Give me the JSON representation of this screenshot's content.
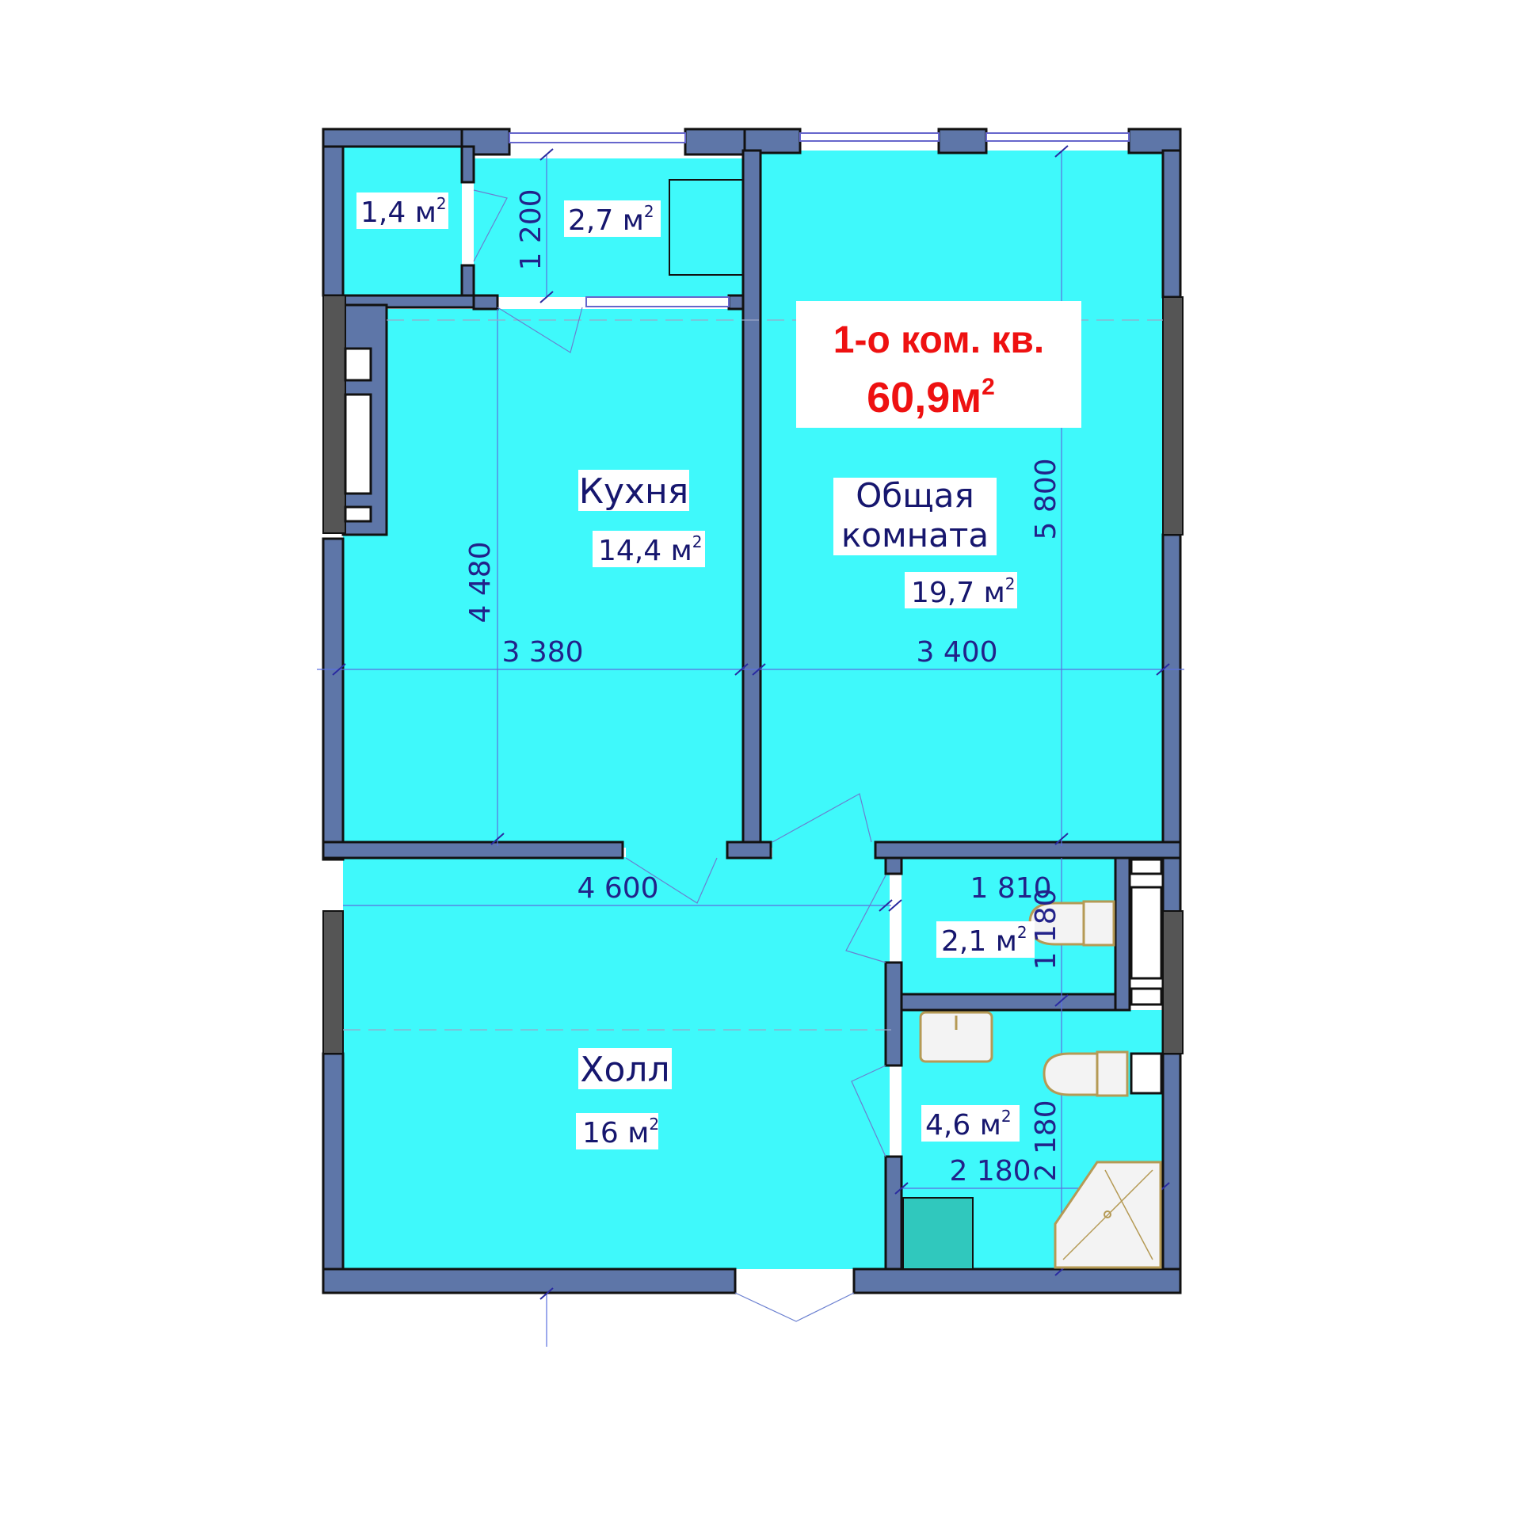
{
  "plan": {
    "title": {
      "line1": "1-о ком. кв.",
      "area_value": "60,9м",
      "area_sup": "2"
    },
    "rooms": {
      "storage": {
        "area": "1,4 м",
        "sup": "2"
      },
      "balcony": {
        "area": "2,7 м",
        "sup": "2"
      },
      "kitchen": {
        "name": "Кухня",
        "area": "14,4 м",
        "sup": "2"
      },
      "living": {
        "name_line1": "Общая",
        "name_line2": "комната",
        "area": "19,7 м",
        "sup": "2"
      },
      "hall": {
        "name": "Холл",
        "area": "16 м",
        "sup": "2"
      },
      "wc": {
        "area": "2,1 м",
        "sup": "2"
      },
      "bathroom": {
        "area": "4,6 м",
        "sup": "2"
      }
    },
    "dimensions": {
      "balcony_depth": "1 200",
      "kitchen_length": "4 480",
      "kitchen_width": "3 380",
      "living_length": "5 800",
      "living_width": "3 400",
      "hall_width": "4 600",
      "wc_width": "1 810",
      "wc_depth": "1 180",
      "bath_width": "2 180",
      "bath_depth": "2 180"
    },
    "colors": {
      "room_fill": "#3ff9fb",
      "wall": "#5e76a8",
      "wall_outline": "#111111",
      "dark_panel": "#555555",
      "title_text": "#ee1111",
      "label_text": "#16166e",
      "fixture_line": "#b59a55",
      "fixture_fill": "#f3f3f3",
      "tile": "#30c8bd"
    }
  }
}
